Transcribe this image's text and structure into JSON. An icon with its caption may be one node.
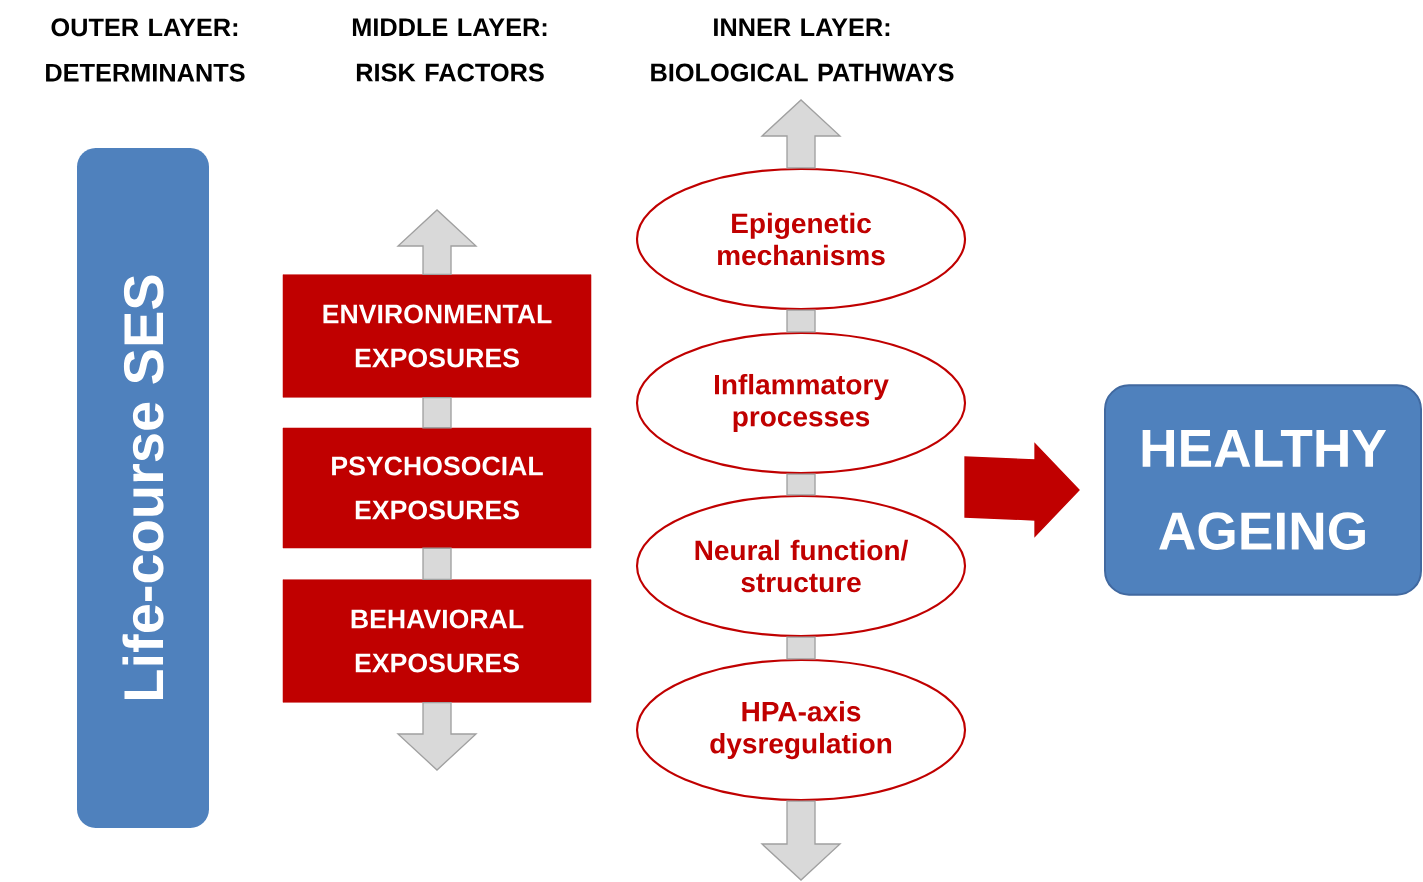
{
  "diagram": {
    "nodes": [
      {
        "text": [
          "Life-course SES"
        ]
      },
      {
        "text": [
          "ENVIRONMENTAL EXPOSURES"
        ]
      },
      {
        "text": [
          "PSYCHOSOCIAL EXPOSURES"
        ]
      },
      {
        "text": [
          "BEHAVIORAL EXPOSURES"
        ]
      },
      {
        "text": [
          "Epigenetic mechanisms"
        ]
      },
      {
        "text": [
          "Inflammatory processes"
        ]
      },
      {
        "text": [
          "Neural function/ structure"
        ]
      },
      {
        "text": [
          "HPA-axis dysregulation"
        ]
      },
      {
        "text": [
          "HEALTHY AGEING"
        ]
      }
    ],
    "edges": [
      {
        "from": 1,
        "to": null,
        "arrow": "to"
      },
      {
        "from": 1,
        "to": 2,
        "arrow": "none"
      },
      {
        "from": 2,
        "to": 3,
        "arrow": "none"
      },
      {
        "from": 3,
        "to": null,
        "arrow": "to"
      },
      {
        "from": 4,
        "to": null,
        "arrow": "to"
      },
      {
        "from": 4,
        "to": 5,
        "arrow": "none"
      },
      {
        "from": 5,
        "to": 6,
        "arrow": "none"
      },
      {
        "from": 6,
        "to": 7,
        "arrow": "none"
      },
      {
        "from": 7,
        "to": null,
        "arrow": "to"
      },
      {
        "from": null,
        "to": 8,
        "arrow": "to",
        "color": "#c00000"
      }
    ],
    "labels": [
      "OUTER LAYER: DETERMINANTS",
      "MIDDLE LAYER: RISK FACTORS",
      "INNER LAYER: BIOLOGICAL PATHWAYS"
    ]
  }
}
